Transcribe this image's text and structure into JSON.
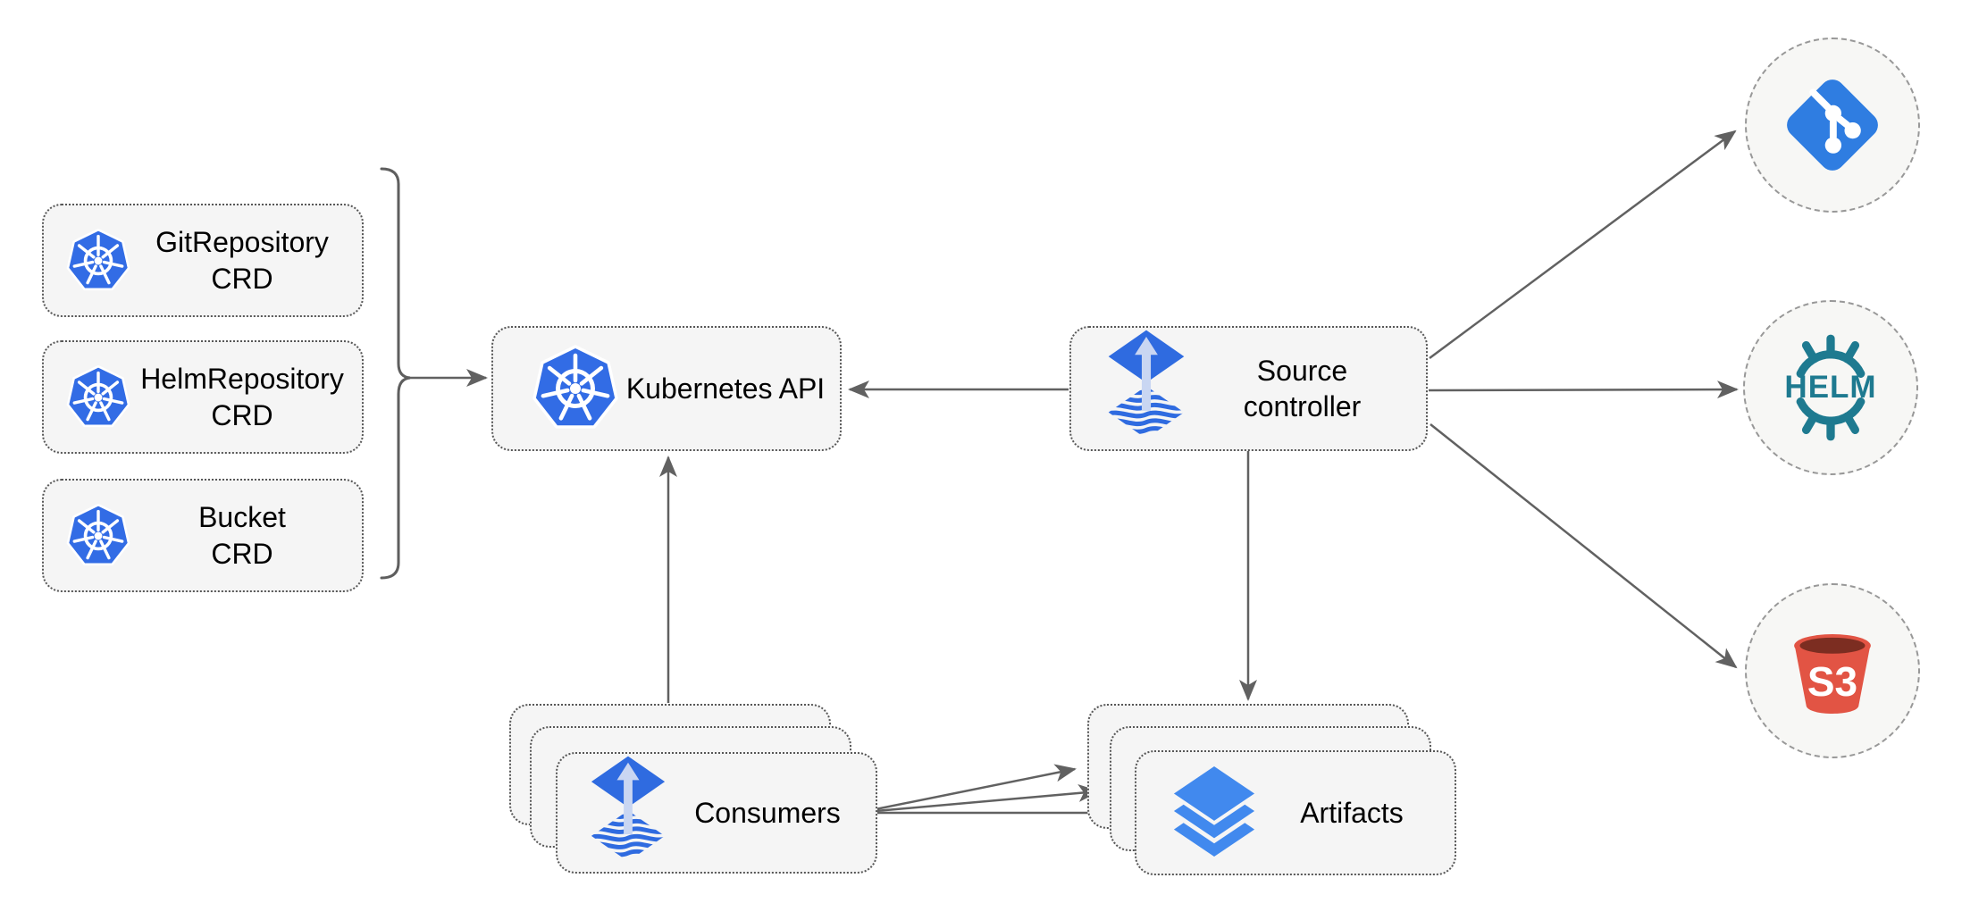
{
  "diagram": {
    "crd_boxes": [
      {
        "label": "GitRepository\nCRD",
        "icon": "kubernetes-icon"
      },
      {
        "label": "HelmRepository\nCRD",
        "icon": "kubernetes-icon"
      },
      {
        "label": "Bucket\nCRD",
        "icon": "kubernetes-icon"
      }
    ],
    "kubernetes_api": {
      "label": "Kubernetes API",
      "icon": "kubernetes-icon"
    },
    "source_controller": {
      "label": "Source\ncontroller",
      "icon": "flux-icon"
    },
    "consumers": {
      "label": "Consumers",
      "icon": "flux-icon",
      "stack_count": 3
    },
    "artifacts": {
      "label": "Artifacts",
      "icon": "layers-icon",
      "stack_count": 3
    },
    "external_sources": [
      {
        "name": "git",
        "icon": "git-icon"
      },
      {
        "name": "helm",
        "icon": "helm-icon",
        "label": "HELM"
      },
      {
        "name": "s3",
        "icon": "s3-bucket-icon",
        "label": "S3"
      }
    ],
    "colors": {
      "kubernetes_blue": "#326CE5",
      "flux_blue": "#2F6BE0",
      "flux_arrow_light": "#C9D6F2",
      "layers_blue": "#4189EE",
      "git_blue": "#2F7DE1",
      "helm_teal": "#1E7A90",
      "s3_red": "#E25444",
      "s3_dark_red": "#7C2D21",
      "arrow_gray": "#616161",
      "node_fill": "#F5F5F5",
      "node_border": "#575757"
    }
  }
}
